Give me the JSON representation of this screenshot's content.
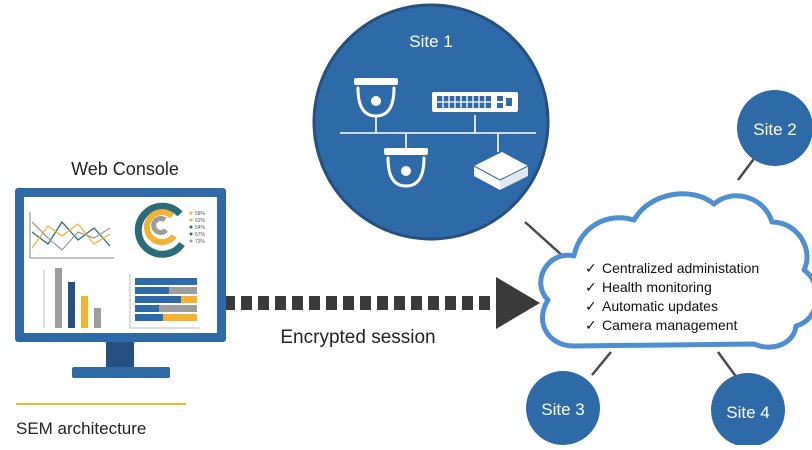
{
  "colors": {
    "blue": "#2f6aa8",
    "dark_navy": "#25507f",
    "cloud_border": "#4d8fd0",
    "gold": "#f2b233",
    "gray": "#9d9d9d",
    "teal": "#2a6d7a",
    "arrow": "#3a3a3a",
    "connector": "#4a4a4a"
  },
  "web_console": {
    "label": "Web Console",
    "donut_legend": [
      "58%",
      "62%",
      "54%",
      "67%",
      "73%"
    ]
  },
  "session": {
    "label": "Encrypted session"
  },
  "site1": {
    "label": "Site 1"
  },
  "sites": {
    "site2": "Site 2",
    "site3": "Site 3",
    "site4": "Site 4"
  },
  "cloud": {
    "checkmark": "✓",
    "features": [
      "Centralized administation",
      "Health monitoring",
      "Automatic updates",
      "Camera management"
    ]
  },
  "caption": {
    "text": "SEM architecture"
  },
  "icons": [
    "dome-camera-icon",
    "network-switch-icon",
    "nvr-appliance-icon",
    "monitor-icon"
  ]
}
